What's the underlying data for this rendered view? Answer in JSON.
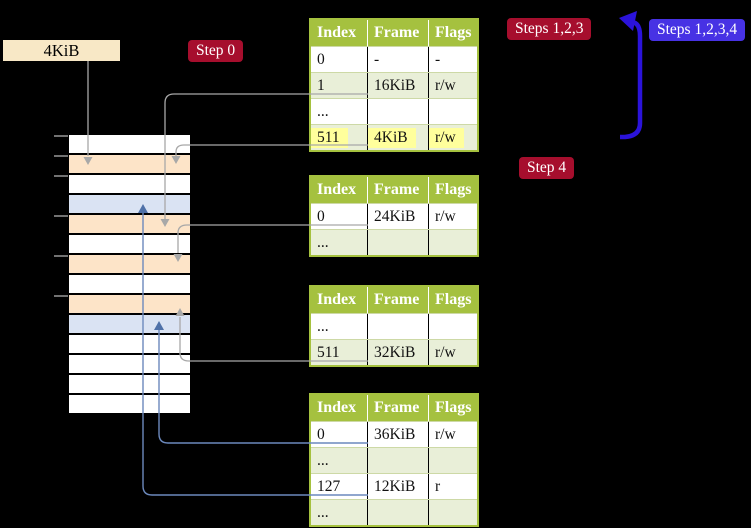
{
  "mem_box": {
    "label": "4KiB"
  },
  "badges": {
    "step0": "Step 0",
    "steps123": "Steps 1,2,3",
    "steps1234": "Steps 1,2,3,4",
    "step4": "Step 4"
  },
  "tables": [
    {
      "name": "page-table-1",
      "headers": [
        "Index",
        "Frame",
        "Flags"
      ],
      "rows": [
        {
          "cells": [
            "0",
            "-",
            "-"
          ],
          "shaded": false,
          "highlight": false
        },
        {
          "cells": [
            "1",
            "16KiB",
            "r/w"
          ],
          "shaded": true,
          "highlight": false
        },
        {
          "cells": [
            "...",
            "",
            ""
          ],
          "shaded": false,
          "highlight": false
        },
        {
          "cells": [
            "511",
            "4KiB",
            "r/w"
          ],
          "shaded": true,
          "highlight": true
        }
      ]
    },
    {
      "name": "page-table-2",
      "headers": [
        "Index",
        "Frame",
        "Flags"
      ],
      "rows": [
        {
          "cells": [
            "0",
            "24KiB",
            "r/w"
          ],
          "shaded": false,
          "highlight": false
        },
        {
          "cells": [
            "...",
            "",
            ""
          ],
          "shaded": true,
          "highlight": false
        }
      ]
    },
    {
      "name": "page-table-3",
      "headers": [
        "Index",
        "Frame",
        "Flags"
      ],
      "rows": [
        {
          "cells": [
            "...",
            "",
            ""
          ],
          "shaded": false,
          "highlight": false
        },
        {
          "cells": [
            "511",
            "32KiB",
            "r/w"
          ],
          "shaded": true,
          "highlight": false
        }
      ]
    },
    {
      "name": "page-table-4",
      "headers": [
        "Index",
        "Frame",
        "Flags"
      ],
      "rows": [
        {
          "cells": [
            "0",
            "36KiB",
            "r/w"
          ],
          "shaded": false,
          "highlight": false
        },
        {
          "cells": [
            "...",
            "",
            ""
          ],
          "shaded": true,
          "highlight": false
        },
        {
          "cells": [
            "127",
            "12KiB",
            "r"
          ],
          "shaded": false,
          "highlight": false
        },
        {
          "cells": [
            "...",
            "",
            ""
          ],
          "shaded": true,
          "highlight": false
        }
      ]
    }
  ],
  "memory_column": {
    "rows": [
      "white",
      "peach",
      "white",
      "blue",
      "peach",
      "white",
      "peach",
      "white",
      "peach",
      "blue",
      "white",
      "white",
      "white",
      "white"
    ]
  },
  "colors": {
    "background": "#000000",
    "table_header_green": "#a5c13f",
    "table_row_shaded": "#e9efd8",
    "highlight_yellow": "#ffff9c",
    "mem_row_peach": "#fde4c8",
    "mem_row_blue": "#dae3f3",
    "mem_row_white": "#ffffff",
    "badge_red": "#a60e2d",
    "badge_blue": "#4732e4",
    "mem_box_fill": "#f8e8c6",
    "arrow_gray": "#a8a8a8",
    "arrow_steel_blue": "#6c89bd",
    "loop_arrow_blue": "#2b13da"
  }
}
